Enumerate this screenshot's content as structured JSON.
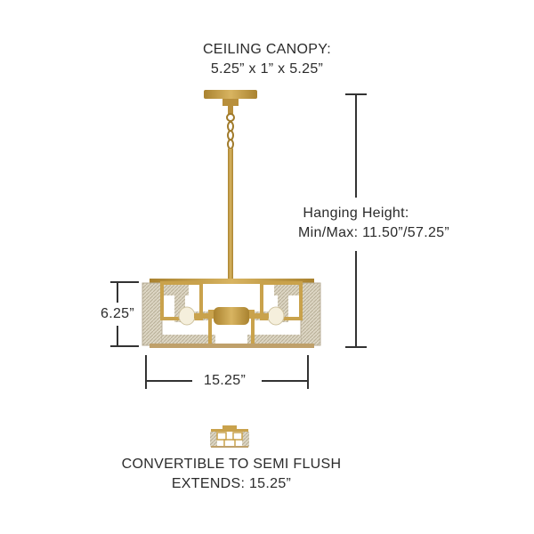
{
  "canopy": {
    "title": "CEILING CANOPY:",
    "dimensions": "5.25” x 1” x 5.25”"
  },
  "hanging_height": {
    "title": "Hanging Height:",
    "dimensions": "Min/Max: 11.50”/57.25”"
  },
  "fixture_height": "6.25”",
  "fixture_width": "15.25”",
  "convertible": {
    "line1": "CONVERTIBLE TO SEMI FLUSH",
    "line2": "EXTENDS: 15.25”"
  },
  "colors": {
    "brass": "#c9a24c",
    "brass_dark": "#a07a2a",
    "rope": "#d9d2c0",
    "dim_line": "#333333"
  }
}
